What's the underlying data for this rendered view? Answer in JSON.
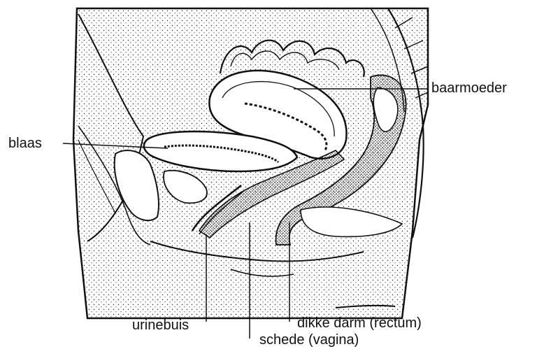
{
  "labels": {
    "baarmoeder": "baarmoeder",
    "blaas": "blaas",
    "urinebuis": "urinebuis",
    "dikke_darm": "dikke darm (rectum)",
    "schede": "schede (vagina)"
  },
  "colors": {
    "ink": "#111111",
    "background": "#ffffff"
  }
}
